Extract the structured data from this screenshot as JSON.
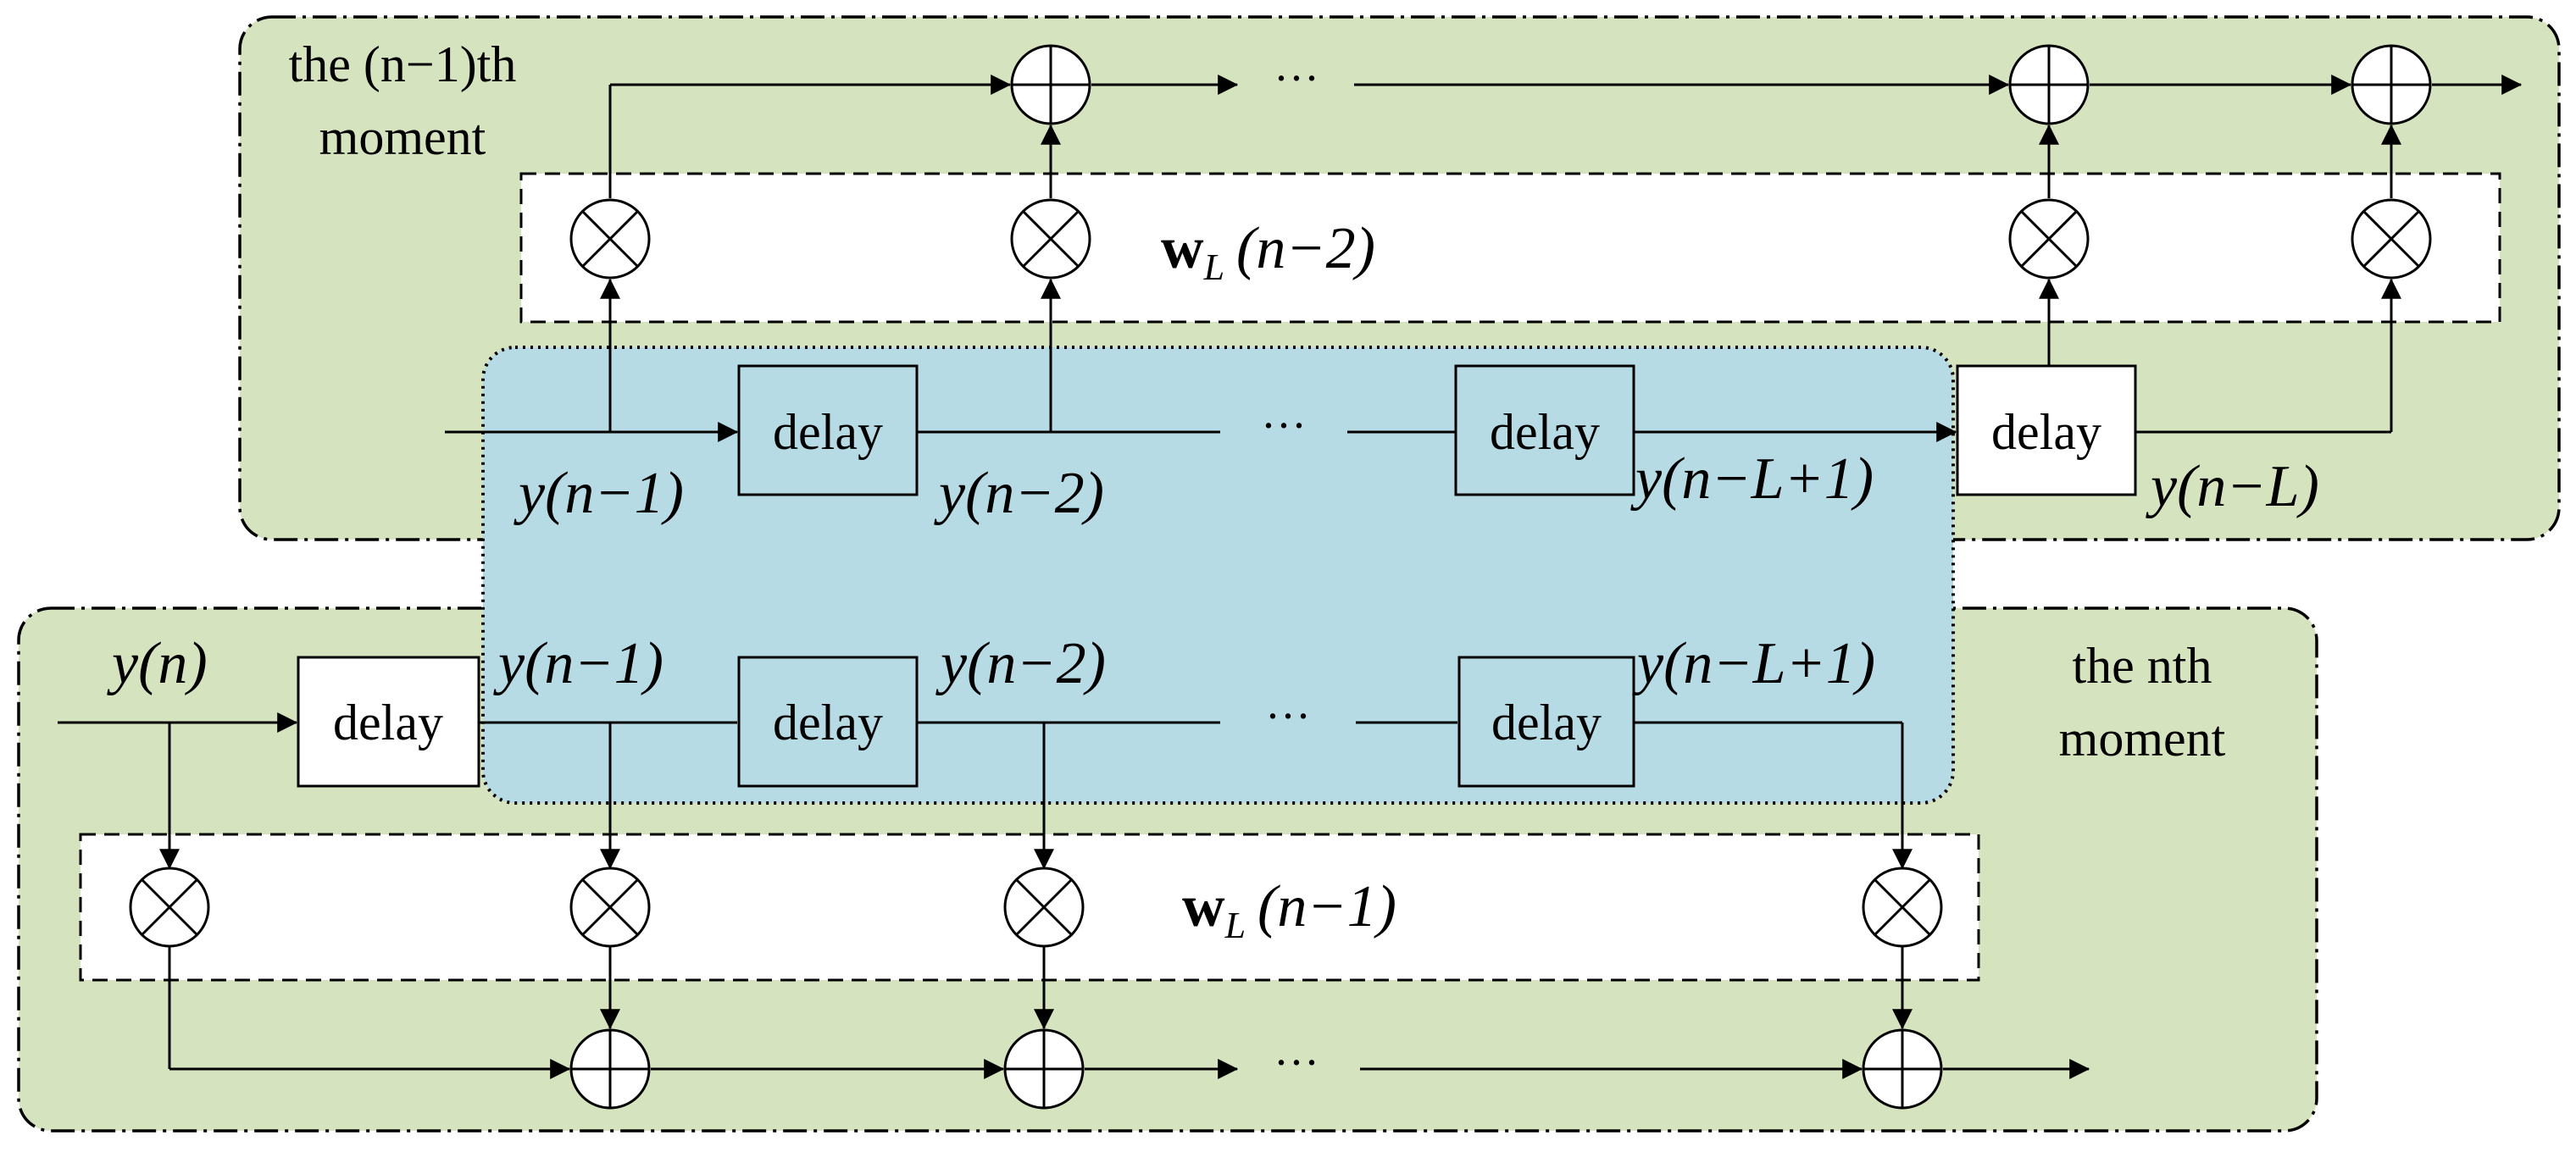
{
  "moments": {
    "prev_line1": "the (n−1)th",
    "prev_line2": "moment",
    "curr_line1": "the nth",
    "curr_line2": "moment"
  },
  "delay_label": "delay",
  "ellipsis": "···",
  "weights": {
    "top": {
      "bold": "w",
      "sub": "L",
      "arg": "(n−2)"
    },
    "bottom": {
      "bold": "w",
      "sub": "L",
      "arg": "(n−1)"
    }
  },
  "signals": {
    "top": [
      "y(n−1)",
      "y(n−2)",
      "y(n−L+1)",
      "y(n−L)"
    ],
    "bottom": [
      "y(n)",
      "y(n−1)",
      "y(n−2)",
      "y(n−L+1)"
    ]
  }
}
